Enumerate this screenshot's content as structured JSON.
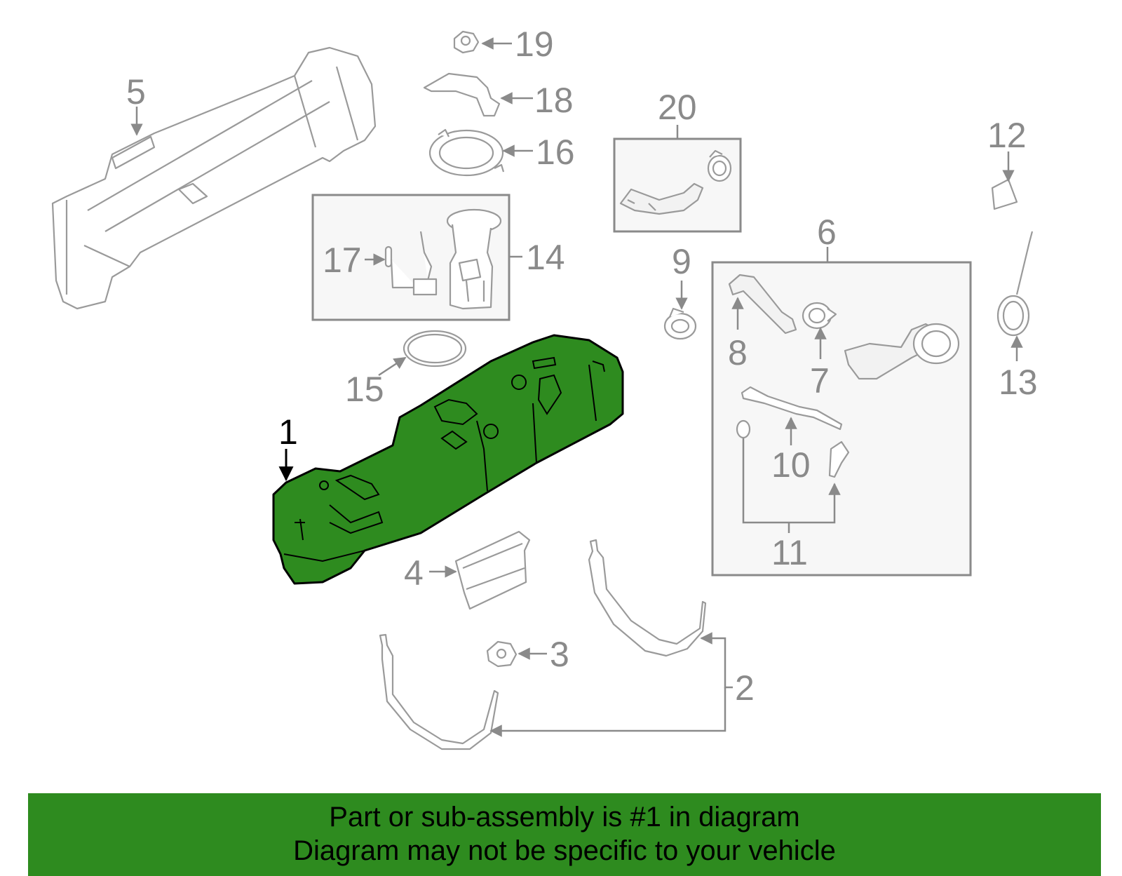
{
  "diagram": {
    "callouts": {
      "p1": "1",
      "p2": "2",
      "p3": "3",
      "p4": "4",
      "p5": "5",
      "p6": "6",
      "p7": "7",
      "p8": "8",
      "p9": "9",
      "p10": "10",
      "p11": "11",
      "p12": "12",
      "p13": "13",
      "p14": "14",
      "p15": "15",
      "p16": "16",
      "p17": "17",
      "p18": "18",
      "p19": "19",
      "p20": "20"
    },
    "highlighted_part": "1",
    "highlight_color": "#2e8b1f"
  },
  "banner": {
    "line1": "Part or sub-assembly is #1 in diagram",
    "line2": "Diagram may not be specific to your vehicle",
    "background": "#2e8b1f"
  }
}
